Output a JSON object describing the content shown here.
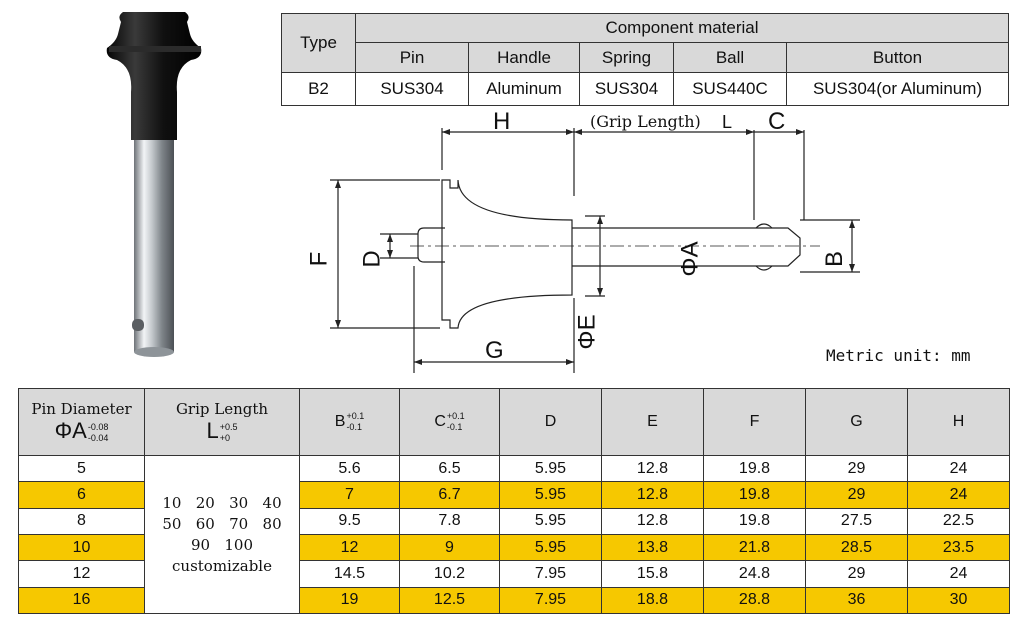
{
  "material_table": {
    "type_header": "Type",
    "component_header": "Component material",
    "columns": [
      "Pin",
      "Handle",
      "Spring",
      "Ball",
      "Button"
    ],
    "row": {
      "type": "B2",
      "values": [
        "SUS304",
        "Aluminum",
        "SUS304",
        "SUS440C",
        "SUS304(or Aluminum)"
      ]
    }
  },
  "drawing": {
    "labels": {
      "H": "H",
      "grip_length": "(Grip Length)",
      "L": "L",
      "C": "C",
      "F": "F",
      "D": "D",
      "A": "ΦA",
      "B": "B",
      "E": "ΦE",
      "G": "G"
    },
    "metric_note": "Metric unit: mm"
  },
  "spec_table": {
    "headers": {
      "pin_diameter": "Pin Diameter",
      "pin_symbol": "ΦA",
      "pin_tol_plus": "-0.08",
      "pin_tol_minus": "-0.04",
      "grip_length": "Grip Length",
      "grip_symbol": "L",
      "grip_tol_plus": "+0.5",
      "grip_tol_minus": "+0",
      "b": "B",
      "b_tol_plus": "+0.1",
      "b_tol_minus": "-0.1",
      "c": "C",
      "c_tol_plus": "+0.1",
      "c_tol_minus": "-0.1",
      "d": "D",
      "e": "E",
      "f": "F",
      "g": "G",
      "h": "H"
    },
    "grip_options": {
      "line1": "10   20   30   40",
      "line2": "50   60   70   80",
      "line3": "90   100",
      "line4": "customizable"
    },
    "rows": [
      {
        "a": "5",
        "b": "5.6",
        "c": "6.5",
        "d": "5.95",
        "e": "12.8",
        "f": "19.8",
        "g": "29",
        "h": "24"
      },
      {
        "a": "6",
        "b": "7",
        "c": "6.7",
        "d": "5.95",
        "e": "12.8",
        "f": "19.8",
        "g": "29",
        "h": "24"
      },
      {
        "a": "8",
        "b": "9.5",
        "c": "7.8",
        "d": "5.95",
        "e": "12.8",
        "f": "19.8",
        "g": "27.5",
        "h": "22.5"
      },
      {
        "a": "10",
        "b": "12",
        "c": "9",
        "d": "5.95",
        "e": "13.8",
        "f": "21.8",
        "g": "28.5",
        "h": "23.5"
      },
      {
        "a": "12",
        "b": "14.5",
        "c": "10.2",
        "d": "7.95",
        "e": "15.8",
        "f": "24.8",
        "g": "29",
        "h": "24"
      },
      {
        "a": "16",
        "b": "19",
        "c": "12.5",
        "d": "7.95",
        "e": "18.8",
        "f": "28.8",
        "g": "36",
        "h": "30"
      }
    ]
  },
  "colors": {
    "highlight": "#f6c800",
    "header": "#d9d9d9"
  }
}
